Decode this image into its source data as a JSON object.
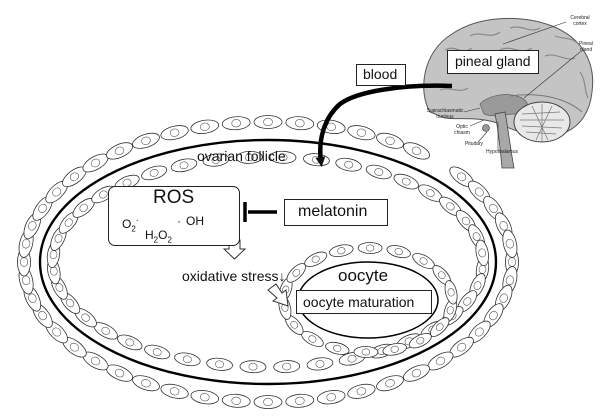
{
  "brain": {
    "pineal_gland": "pineal gland",
    "cerebral_cortex": [
      "Cerebral",
      "cortex"
    ],
    "pineal": [
      "Pineal",
      "gland"
    ],
    "suprachiasmatic": [
      "Suprachiasmatic",
      "nucleus"
    ],
    "optic_chiasm": [
      "Optic",
      "chiasm"
    ],
    "pituitary": "Pituitary",
    "hypothalamus": "Hypothalamus"
  },
  "blood": "blood",
  "follicle_label": "ovarian follicle",
  "melatonin": "melatonin",
  "ros": {
    "title": "ROS",
    "o2": "O",
    "o2_sub": "2",
    "dot": "·",
    "oh": "OH",
    "h2o2_h": "H",
    "h2o2_sub1": "2",
    "h2o2_o": "O",
    "h2o2_sub2": "2"
  },
  "oxidative_stress": "oxidative stress↓",
  "oocyte": "oocyte",
  "oocyte_maturation": "oocyte maturation"
}
